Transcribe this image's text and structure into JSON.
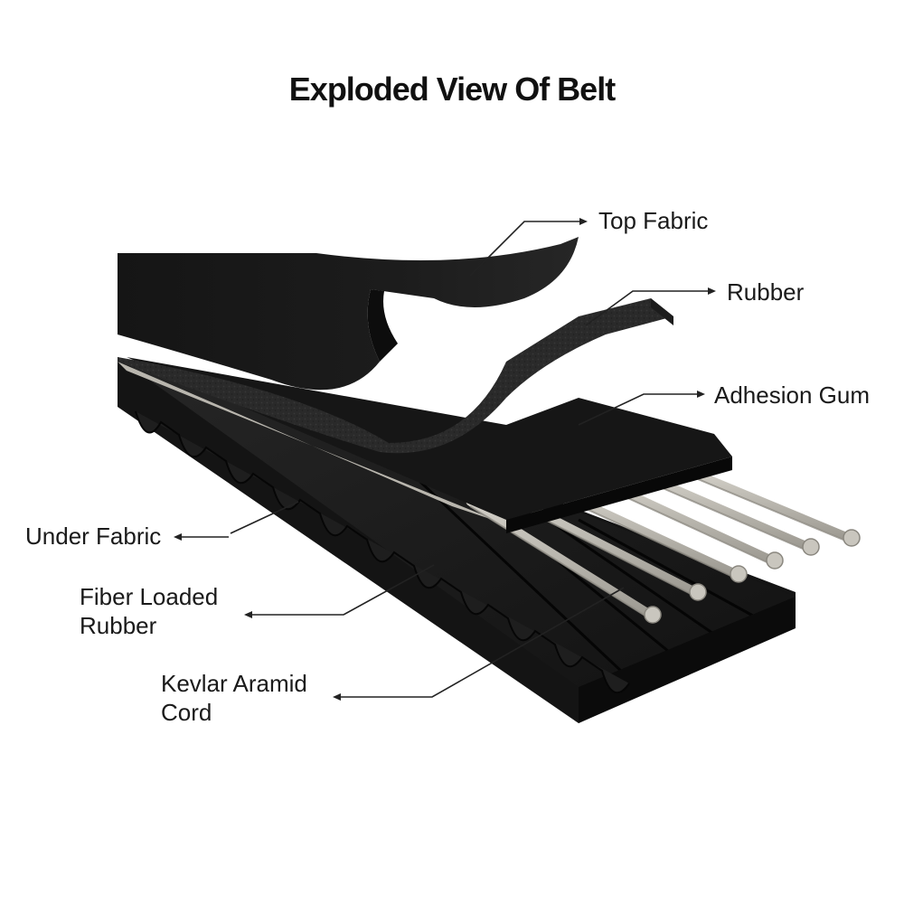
{
  "title": "Exploded View Of Belt",
  "labels": {
    "top_fabric": "Top Fabric",
    "rubber": "Rubber",
    "adhesion_gum": "Adhesion Gum",
    "under_fabric": "Under Fabric",
    "fiber_loaded_rubber": [
      "Fiber Loaded",
      "Rubber"
    ],
    "kevlar_aramid_cord": [
      "Kevlar Aramid",
      "Cord"
    ]
  },
  "colors": {
    "belt": "#1b1b1b",
    "belt_edge": "#0a0a0a",
    "rubber_texture": "#2e2e2e",
    "cord": "#bdbab2",
    "leader": "#222222"
  }
}
